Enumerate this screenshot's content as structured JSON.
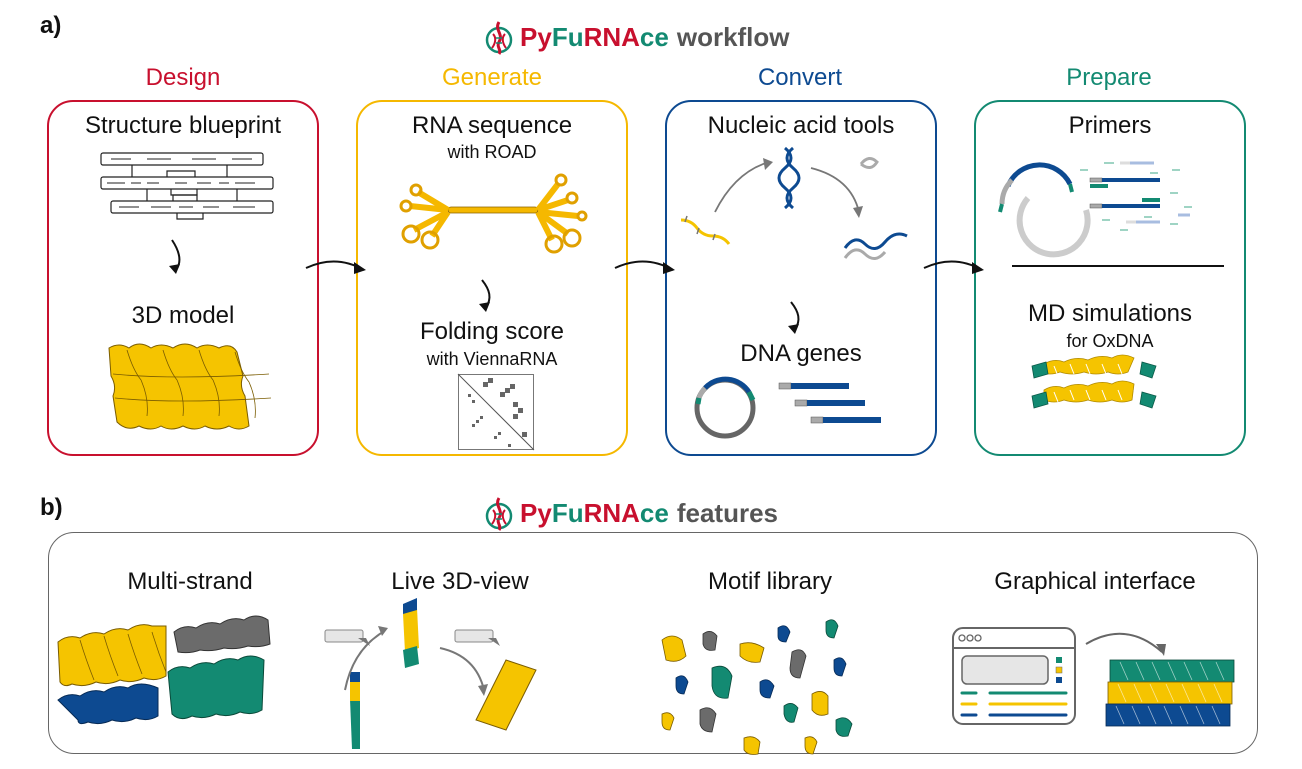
{
  "panel_a": {
    "letter": "a)",
    "title": {
      "brand_parts": [
        "Py",
        "Fu",
        "RNA",
        "ce"
      ],
      "suffix": "workflow"
    },
    "stages": [
      {
        "label": "Design",
        "color": "#c8102e",
        "top_title": "Structure blueprint",
        "bottom_title": "3D model"
      },
      {
        "label": "Generate",
        "color": "#f5b800",
        "top_title": "RNA sequence",
        "top_sub": "with ROAD",
        "bottom_title": "Folding score",
        "bottom_sub": "with ViennaRNA"
      },
      {
        "label": "Convert",
        "color": "#0d4a91",
        "top_title": "Nucleic acid tools",
        "bottom_title": "DNA genes"
      },
      {
        "label": "Prepare",
        "color": "#138a72",
        "top_title": "Primers",
        "bottom_title": "MD simulations",
        "bottom_sub": "for OxDNA"
      }
    ]
  },
  "panel_b": {
    "letter": "b)",
    "title": {
      "brand_parts": [
        "Py",
        "Fu",
        "RNA",
        "ce"
      ],
      "suffix": "features"
    },
    "features": [
      {
        "label": "Multi-strand"
      },
      {
        "label": "Live 3D-view"
      },
      {
        "label": "Motif library"
      },
      {
        "label": "Graphical interface"
      }
    ]
  },
  "palette": {
    "red": "#c8102e",
    "yellow": "#f5c400",
    "blue": "#0d4a91",
    "green": "#138a72",
    "gray": "#6b6b6b",
    "light_gray": "#c8c8c8"
  }
}
